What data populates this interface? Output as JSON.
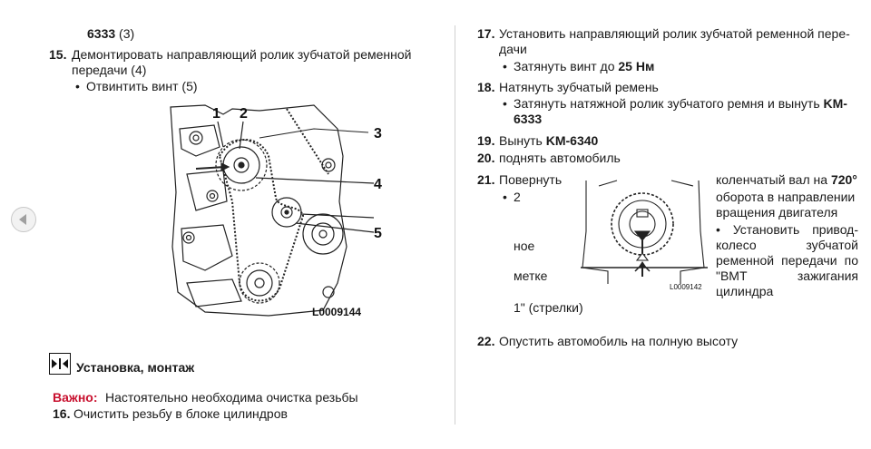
{
  "left": {
    "line_top_num": "6333",
    "line_top_rest": " (3)",
    "step15_num": "15.",
    "step15_line1": "Демонтировать направляющий ролик зубчатой ременной",
    "step15_line2": "передачи (4)",
    "step15_bullet": "Отвинтить винт (5)",
    "figure1_code": "L0009144",
    "figure1_callouts": [
      "1",
      "2",
      "3",
      "4",
      "5"
    ],
    "section_icon": "arrows-inward-icon",
    "section_title": "Установка, монтаж",
    "important_label": "Важно:",
    "important_text": "Настоятельно необходима очистка резьбы",
    "step16_num": "16.",
    "step16_text": "Очистить резьбу в блоке цилиндров"
  },
  "right": {
    "step17_num": "17.",
    "step17_line1": "Установить направляющий ролик зубчатой ременной пере-",
    "step17_line2": "дачи",
    "step17_bullet_pre": "Затянуть винт до ",
    "step17_bullet_bold": "25 Нм",
    "step18_num": "18.",
    "step18_text": "Натянуть зубчатый ремень",
    "step18_bullet_line1_pre": "Затянуть натяжной ролик зубчатого ремня и вынуть ",
    "step18_bullet_line1_bold": "KM-",
    "step18_bullet_line2_bold": "6333",
    "step19_num": "19.",
    "step19_pre": "Вынуть ",
    "step19_bold": "KM-6340",
    "step20_num": "20.",
    "step20_text": "поднять автомобиль",
    "step21_num": "21.",
    "step21_text": "Повернуть",
    "step21_bullet": "2",
    "step21_frag_noe": "ное",
    "step21_frag_metke": "метке",
    "step21_frag_end": "1\" (стрелки)",
    "step21_right_line1_pre": "коленчатый вал на ",
    "step21_right_line1_bold": "720°",
    "step21_right_line2": "оборота в направлении",
    "step21_right_line3": "вращения двигателя",
    "step21_right_bullet": "Установить привод-колесо зубчатой ременной передачи по \"ВМТ зажигания цилиндра",
    "figure2_code": "L0009142",
    "step22_num": "22.",
    "step22_text": "Опустить автомобиль на полную высоту"
  },
  "nav": {
    "icon": "arrow-left-icon"
  }
}
